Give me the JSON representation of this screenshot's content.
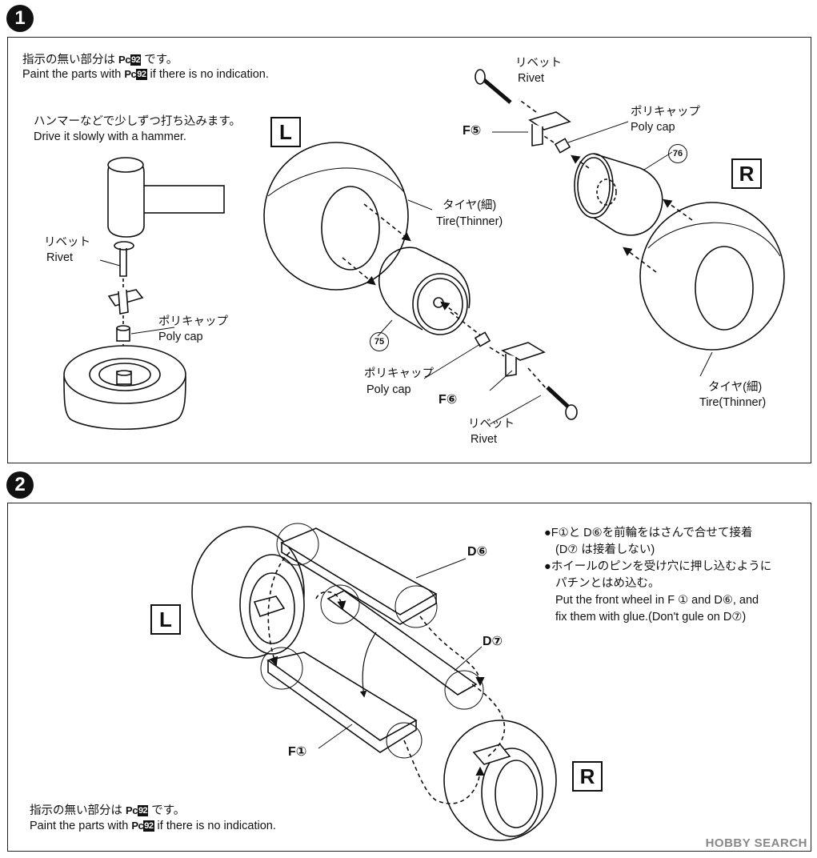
{
  "step1": {
    "number": "1",
    "note_jp": "指示の無い部分は",
    "note_jp_tail": "です。",
    "note_en_pre": "Paint the parts with",
    "note_en_post": "if there is no indication.",
    "paint_code_prefix": "Pc",
    "paint_code": "92",
    "hammer_jp": "ハンマーなどで少しずつ打ち込みます。",
    "hammer_en": "Drive it slowly with a hammer.",
    "rivet_jp": "リベット",
    "rivet_en": "Rivet",
    "polycap_jp": "ポリキャップ",
    "polycap_en": "Poly cap",
    "left_marker": "L",
    "right_marker": "R",
    "tire_jp": "タイヤ(細)",
    "tire_en": "Tire(Thinner)",
    "part_75": "75",
    "part_76": "76",
    "part_f5": "F⑤",
    "part_f6": "F⑥"
  },
  "step2": {
    "number": "2",
    "part_d6": "D⑥",
    "part_d7": "D⑦",
    "part_f1": "F①",
    "left_marker": "L",
    "right_marker": "R",
    "instr_jp_1": "F①と D⑥を前輪をはさんで合せて接着",
    "instr_jp_2": "(D⑦ は接着しない)",
    "instr_jp_3": "ホイールのピンを受け穴に押し込むように",
    "instr_jp_4": "パチンとはめ込む。",
    "instr_en_1": "Put the front wheel in F ① and D⑥, and",
    "instr_en_2": "fix them with glue.(Don't gule on D⑦)",
    "note_jp": "指示の無い部分は",
    "note_jp_tail": " です。",
    "note_en_pre": "Paint the parts with",
    "note_en_post": "if there is no indication.",
    "paint_code_prefix": "Pc",
    "paint_code": "92"
  },
  "watermark": "HOBBY SEARCH"
}
